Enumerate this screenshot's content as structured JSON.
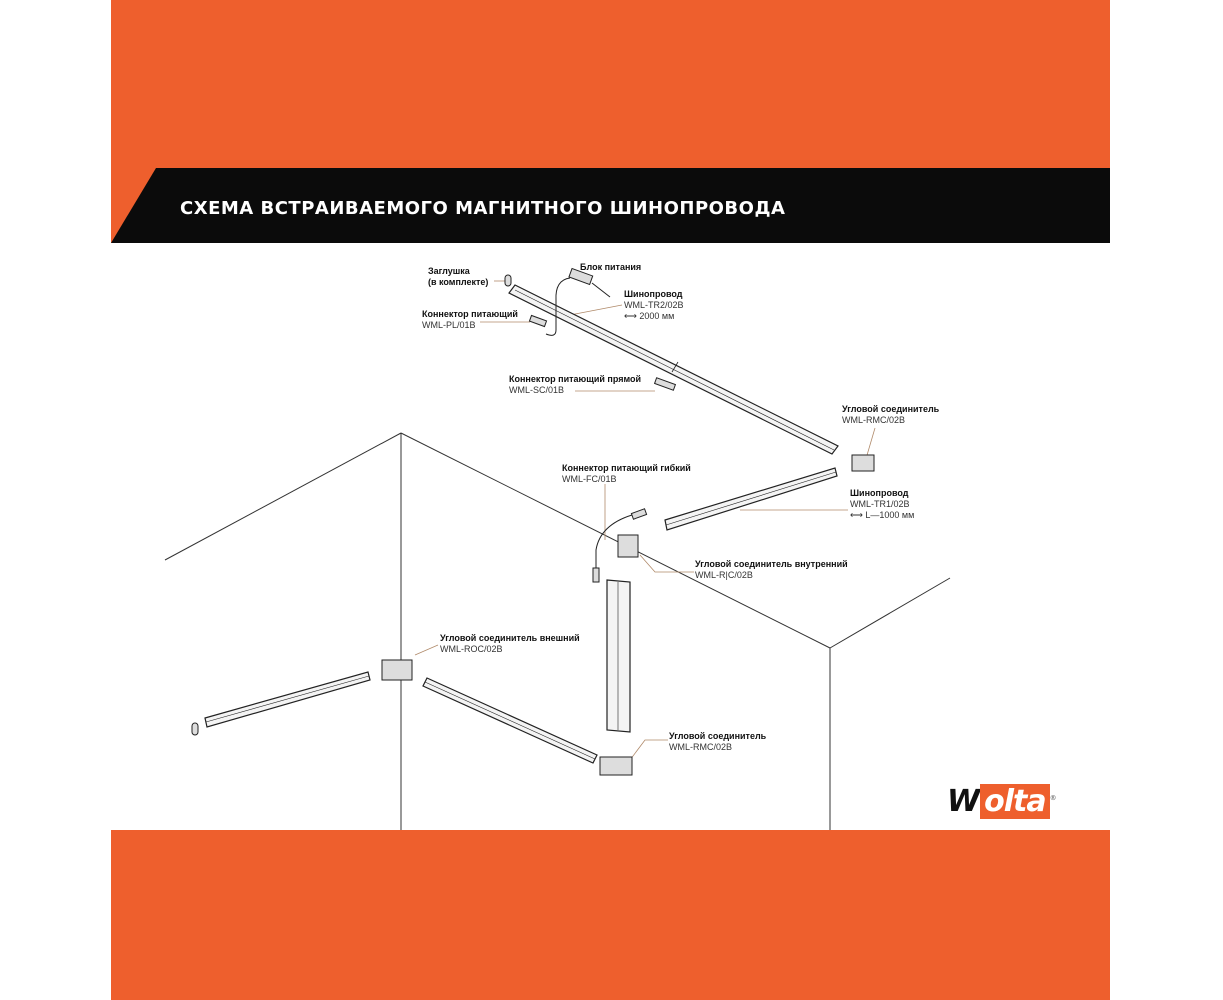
{
  "title": "СХЕМА ВСТРАИВАЕМОГО МАГНИТНОГО ШИНОПРОВОДА",
  "labels": {
    "end_cap": {
      "name": "Заглушка",
      "note": "(в комплекте)"
    },
    "power_unit": {
      "name": "Блок питания"
    },
    "track_2000": {
      "name": "Шинопровод",
      "code": "WML-TR2/02B",
      "length": "⟷ 2000 мм"
    },
    "power_connector": {
      "name": "Коннектор питающий",
      "code": "WML-PL/01B"
    },
    "straight_connector": {
      "name": "Коннектор питающий прямой",
      "code": "WML-SC/01B"
    },
    "corner_top": {
      "name": "Угловой соединитель",
      "code": "WML-RMC/02B"
    },
    "flex_connector": {
      "name": "Коннектор питающий гибкий",
      "code": "WML-FC/01B"
    },
    "track_1000": {
      "name": "Шинопровод",
      "code": "WML-TR1/02B",
      "length": "⟷ L—1000 мм"
    },
    "inner_corner": {
      "name": "Угловой соединитель внутренний",
      "code": "WML-R|C/02B"
    },
    "outer_corner": {
      "name": "Угловой соединитель внешний",
      "code": "WML-ROC/02B"
    },
    "corner_bottom": {
      "name": "Угловой соединитель",
      "code": "WML-RMC/02B"
    }
  },
  "logo": {
    "text": "Wolta",
    "mark": "®"
  },
  "colors": {
    "brand_orange": "#EE5F2D",
    "band": "#0b0b0b",
    "leader": "#b08a6a"
  }
}
